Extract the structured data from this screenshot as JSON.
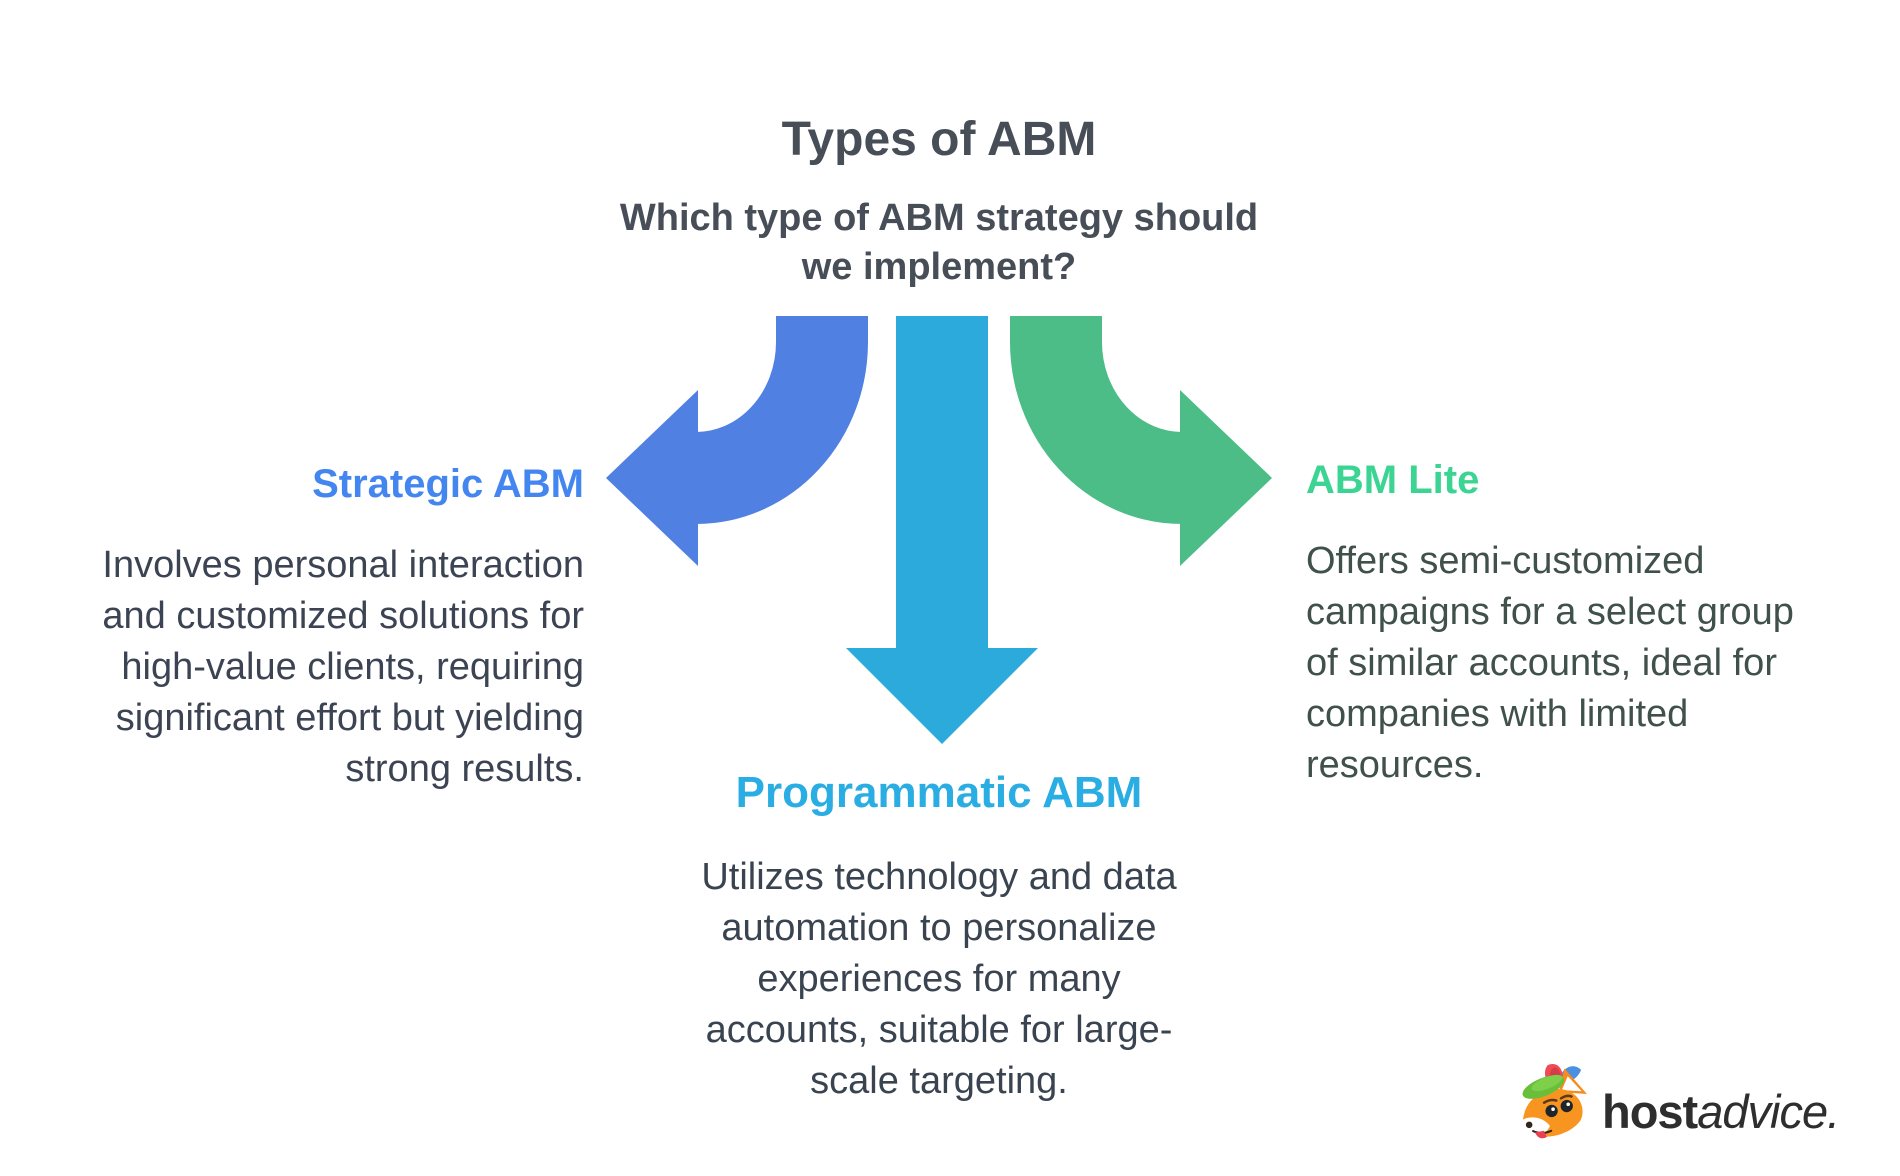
{
  "page": {
    "background_color": "#ffffff"
  },
  "header": {
    "title": "Types of ABM",
    "subtitle_lines": [
      "Which type of ABM strategy should",
      "we implement?"
    ],
    "text_color": "#474e57"
  },
  "branches": [
    {
      "id": "strategic",
      "label": "Strategic ABM",
      "label_color": "#4486f0",
      "arrow_color": "#4f80e2",
      "arrow_direction": "curves-down-left",
      "description_lines": [
        "Involves personal interaction",
        "and customized solutions for",
        "high-value clients, requiring",
        "significant effort but yielding",
        "strong results."
      ]
    },
    {
      "id": "programmatic",
      "label": "Programmatic ABM",
      "label_color": "#29ade3",
      "arrow_color": "#2baadb",
      "arrow_direction": "straight-down",
      "description_lines": [
        "Utilizes technology and data",
        "automation to personalize",
        "experiences for many",
        "accounts, suitable for large-",
        "scale targeting."
      ]
    },
    {
      "id": "abm_lite",
      "label": "ABM Lite",
      "label_color": "#3cd493",
      "arrow_color": "#4cbd86",
      "arrow_direction": "curves-down-right",
      "description_lines": [
        "Offers semi-customized",
        "campaigns for a select group",
        "of similar accounts, ideal for",
        "companies with limited",
        "resources."
      ]
    }
  ],
  "logo": {
    "brand_bold": "host",
    "brand_light": "advice.",
    "mascot": "fox-mascot"
  }
}
